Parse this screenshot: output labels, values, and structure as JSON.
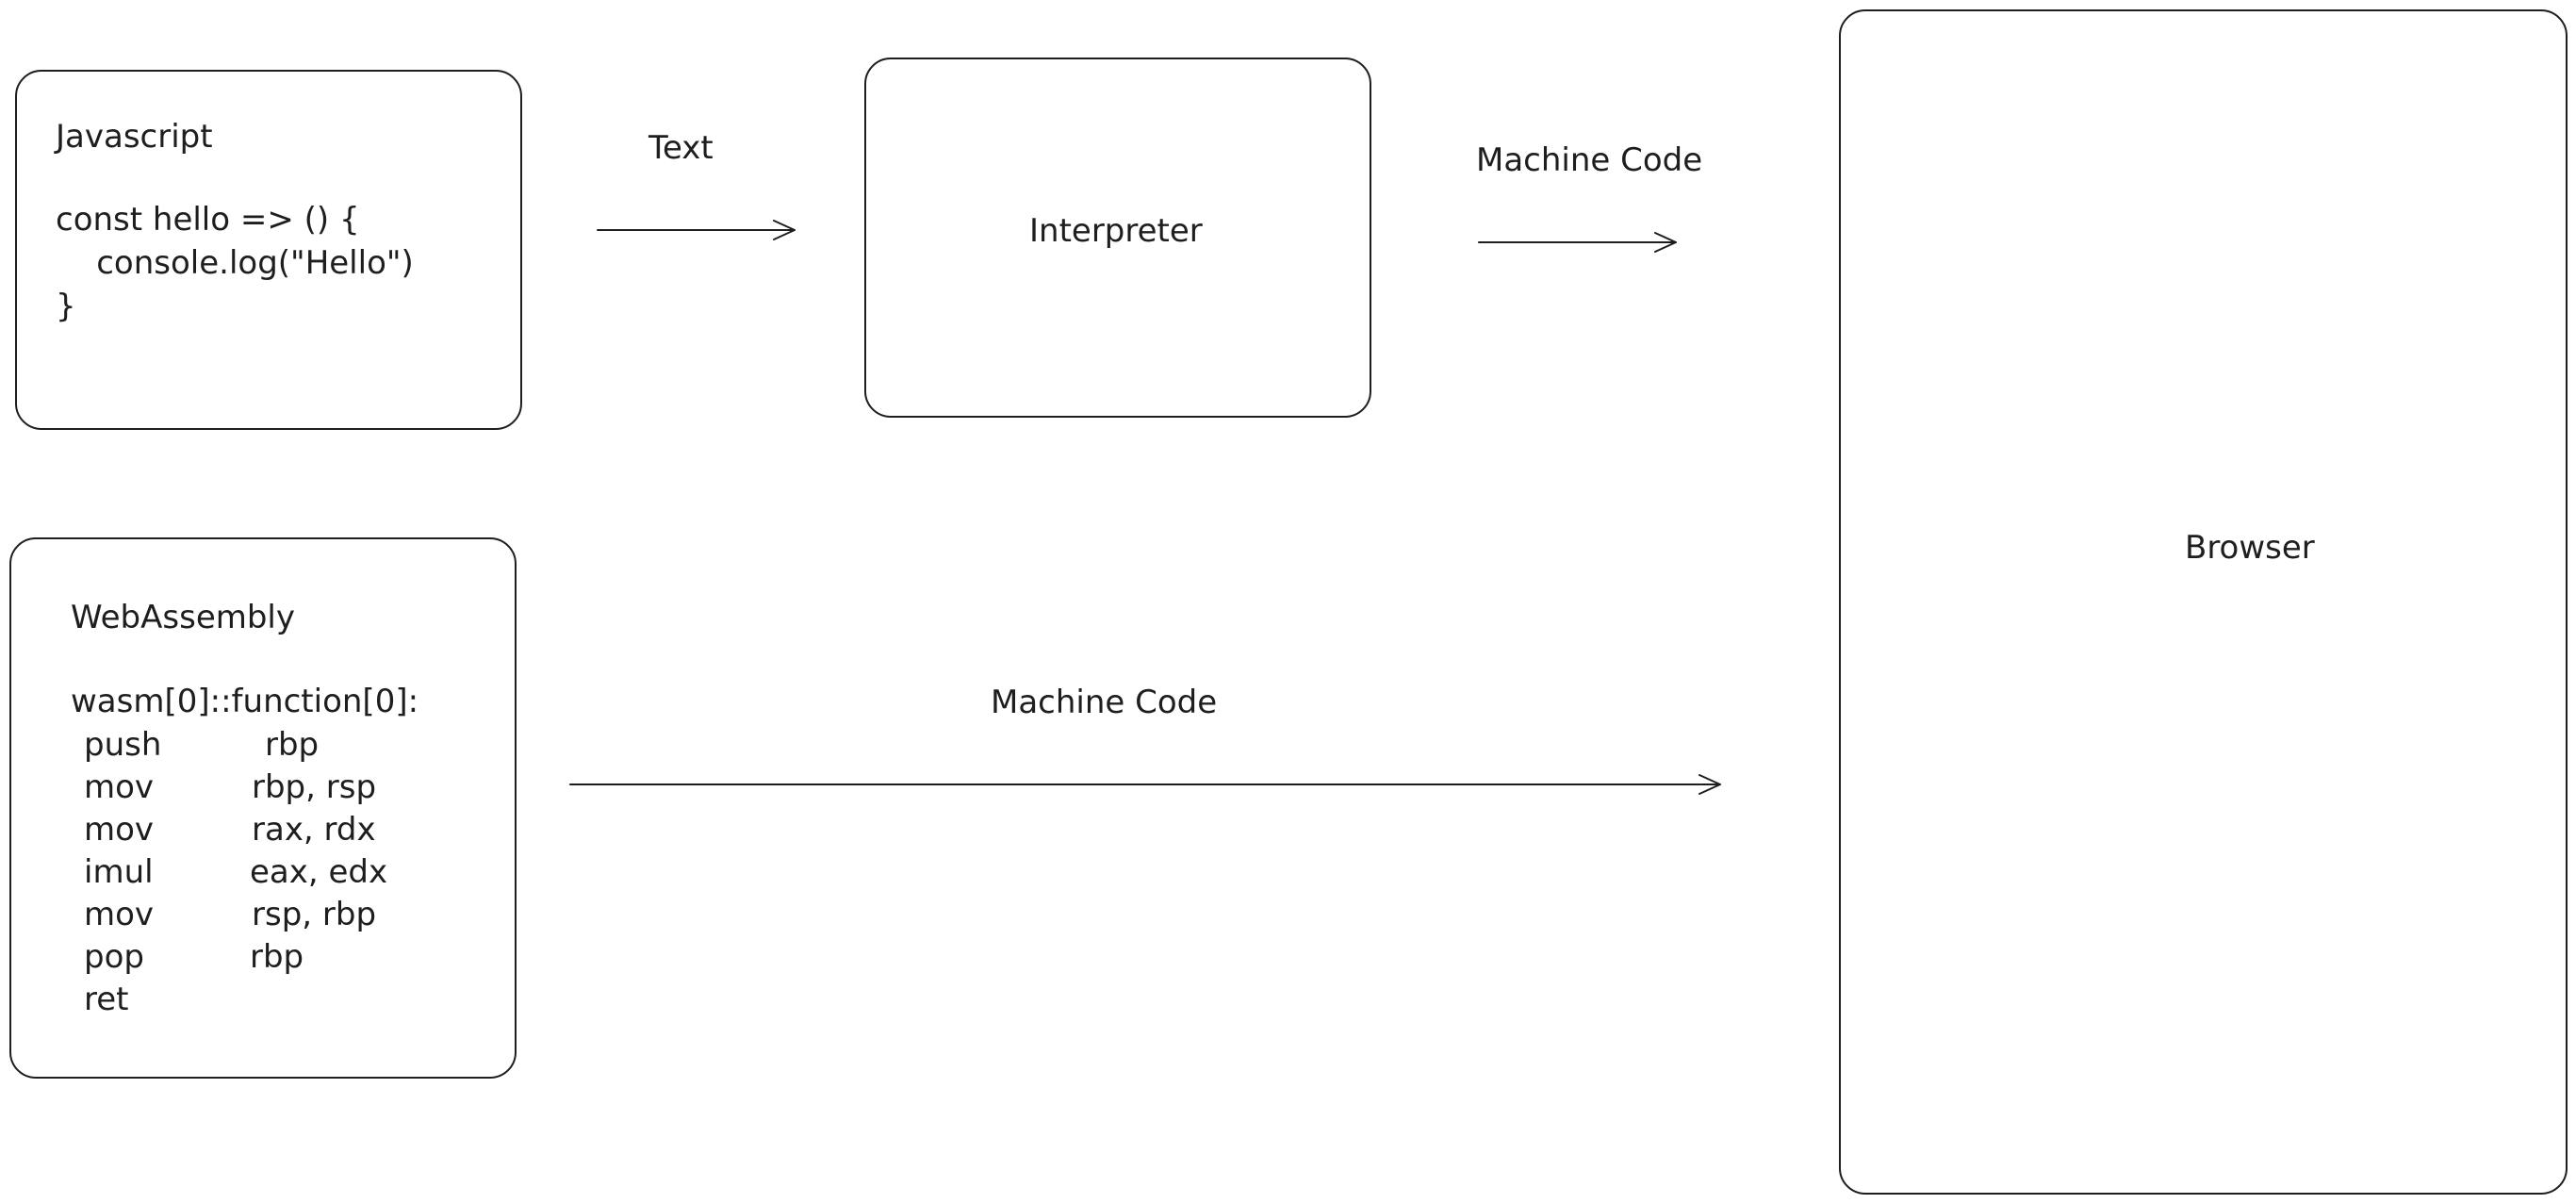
{
  "javascript_box": {
    "title": "Javascript",
    "code": [
      "const hello => () {",
      "    console.log(\"Hello\")",
      "}"
    ]
  },
  "webassembly_box": {
    "title": "WebAssembly",
    "header": "wasm[0]::function[0]:",
    "instructions": [
      {
        "op": "push",
        "args": "rbp"
      },
      {
        "op": "mov",
        "args": "rbp, rsp"
      },
      {
        "op": "mov",
        "args": "rax, rdx"
      },
      {
        "op": "imul",
        "args": "eax, edx"
      },
      {
        "op": "mov",
        "args": "rsp, rbp"
      },
      {
        "op": "pop",
        "args": "rbp"
      },
      {
        "op": "ret",
        "args": ""
      }
    ]
  },
  "interpreter_box": {
    "label": "Interpreter"
  },
  "browser_box": {
    "label": "Browser"
  },
  "arrows": {
    "js_to_interpreter": "Text",
    "interpreter_to_browser": "Machine Code",
    "wasm_to_browser": "Machine Code"
  },
  "colors": {
    "stroke": "#1e1e1e",
    "background": "#ffffff"
  }
}
